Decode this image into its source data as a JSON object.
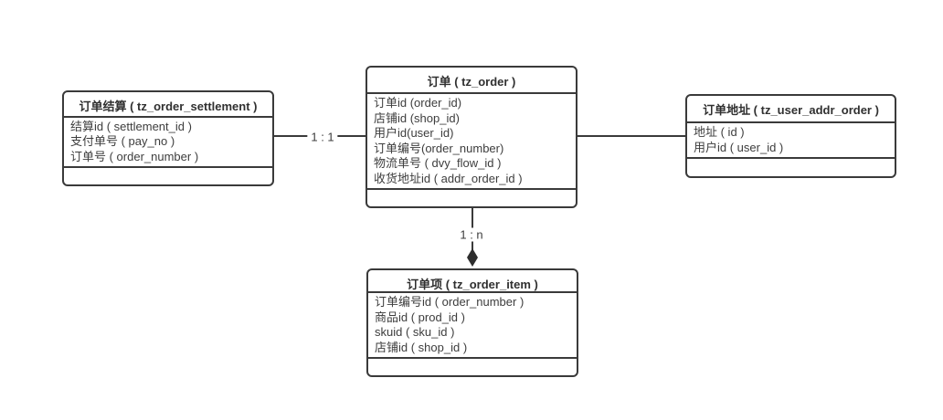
{
  "diagram": {
    "type": "entity-relationship",
    "entities": {
      "settlement": {
        "title": "订单结算 ( tz_order_settlement )",
        "fields": [
          "结算id ( settlement_id )",
          "支付单号 ( pay_no )",
          "订单号 ( order_number )"
        ]
      },
      "order": {
        "title": "订单 ( tz_order )",
        "fields": [
          "订单id (order_id)",
          "店铺id (shop_id)",
          "用户id(user_id)",
          "订单编号(order_number)",
          "物流单号 ( dvy_flow_id )",
          "收货地址id ( addr_order_id )"
        ]
      },
      "user_addr_order": {
        "title": "订单地址 ( tz_user_addr_order )",
        "fields": [
          "地址 ( id )",
          "用户id ( user_id )"
        ]
      },
      "order_item": {
        "title": "订单项 ( tz_order_item )",
        "fields": [
          "订单编号id ( order_number )",
          "商品id ( prod_id )",
          "skuid ( sku_id )",
          "店铺id ( shop_id )"
        ]
      }
    },
    "relationships": {
      "settlement_to_order": {
        "from": "settlement",
        "to": "order",
        "label": "1 : 1"
      },
      "order_to_user_addr_order": {
        "from": "order",
        "to": "user_addr_order"
      },
      "order_to_order_item": {
        "from": "order",
        "to": "order_item",
        "label": "1 : n",
        "arrow": "filled-diamond-down"
      }
    },
    "colors": {
      "line": "#3a3a3a",
      "text": "#3d3d3d",
      "background": "#ffffff"
    }
  }
}
